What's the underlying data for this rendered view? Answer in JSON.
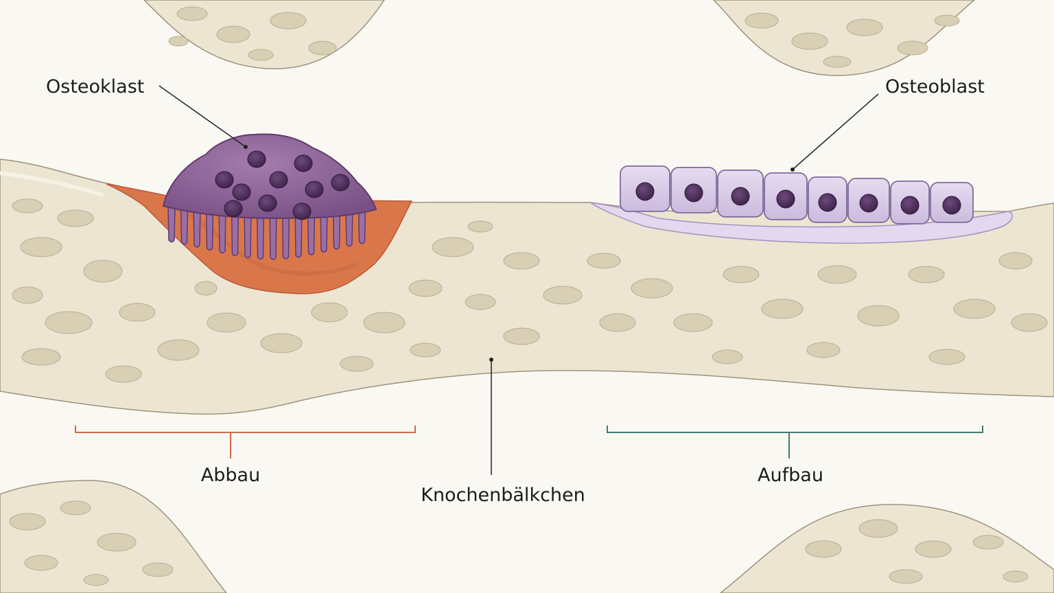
{
  "labels": {
    "osteoclast": "Osteoklast",
    "osteoblast": "Osteoblast",
    "resorption": "Abbau",
    "formation": "Aufbau",
    "trabecula": "Knochenbälkchen"
  },
  "colors": {
    "background": "#faf8f2",
    "bone_fill": "#ece5d2",
    "bone_pore": "#d9cfb4",
    "bone_outline": "#9c937e",
    "resorption_pit": "#d9774b",
    "osteoclast": "#8e6598",
    "osteoclast_nucleus": "#4e2f5c",
    "osteoblast": "#d8cae6",
    "osteoblast_nucleus": "#5a3f74",
    "osteoid": "#e2d8f0",
    "resorption_bracket": "#d06a4a",
    "formation_bracket": "#3f7a73",
    "leader_line": "#222222"
  },
  "counts": {
    "osteoclast_nuclei": 10,
    "osteoblast_cells": 8
  }
}
